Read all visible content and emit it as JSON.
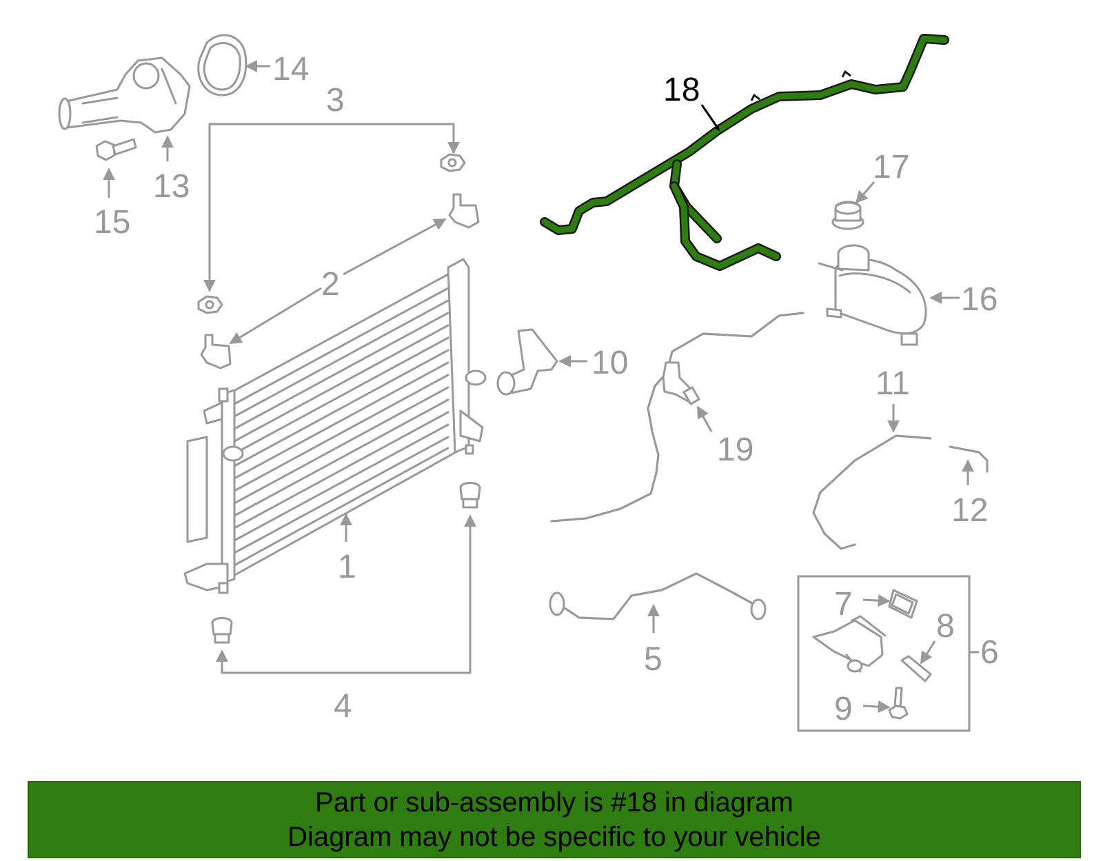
{
  "callouts": {
    "c1": "1",
    "c2": "2",
    "c3": "3",
    "c4": "4",
    "c5": "5",
    "c6": "6",
    "c7": "7",
    "c8": "8",
    "c9": "9",
    "c10": "10",
    "c11": "11",
    "c12": "12",
    "c13": "13",
    "c14": "14",
    "c15": "15",
    "c16": "16",
    "c17": "17",
    "c18": "18",
    "c19": "19"
  },
  "highlight": {
    "part_number": "18",
    "color": "#2f7d11"
  },
  "banner": {
    "line1": "Part or sub-assembly is #18 in diagram",
    "line2": "Diagram may not be specific to your vehicle",
    "background": "#2f7d11"
  }
}
